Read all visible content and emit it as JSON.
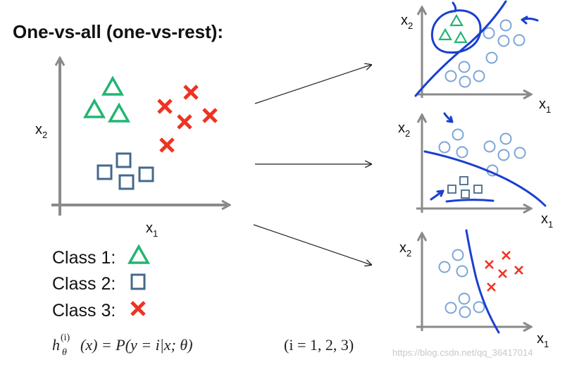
{
  "title": "One-vs-all (one-vs-rest):",
  "main_plot": {
    "ylabel": "x",
    "ylabel_sub": "2",
    "xlabel": "x",
    "xlabel_sub": "1"
  },
  "legend": [
    {
      "label": "Class 1:",
      "marker": "triangle-icon",
      "color": "#22b573"
    },
    {
      "label": "Class 2:",
      "marker": "square-icon",
      "color": "#44698c"
    },
    {
      "label": "Class 3:",
      "marker": "cross-icon",
      "color": "#ee3322"
    }
  ],
  "formula": {
    "h": "h",
    "sup": "(i)",
    "sub": "θ",
    "body": "(x) = P(y = i|x; θ)",
    "range": "(i = 1, 2, 3)"
  },
  "subplots": [
    {
      "ylabel": "x",
      "ylabel_sub": "2",
      "xlabel": "x",
      "xlabel_sub": "1"
    },
    {
      "ylabel": "x",
      "ylabel_sub": "2",
      "xlabel": "x",
      "xlabel_sub": "1"
    },
    {
      "ylabel": "x",
      "ylabel_sub": "2",
      "xlabel": "x",
      "xlabel_sub": "1"
    }
  ],
  "watermark": "https://blog.csdn.net/qq_36417014",
  "colors": {
    "class1": "#22b573",
    "class2": "#44698c",
    "class3": "#ee3322",
    "rest": "#7ca6d6",
    "annotation_pen": "#1a3fd0",
    "axis": "#8a8a8a"
  }
}
